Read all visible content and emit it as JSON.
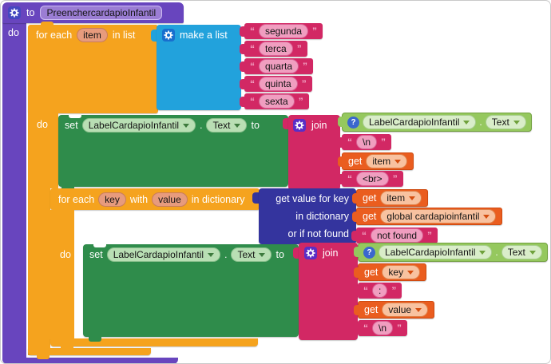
{
  "procedure": {
    "to": "to",
    "name": "PreenchercardapioInfantil",
    "do": "do"
  },
  "foreach_list": {
    "for_each": "for each",
    "var": "item",
    "in_list": "in list",
    "do": "do"
  },
  "make_a_list": {
    "label": "make a list"
  },
  "list_items": [
    "segunda",
    "terca",
    "quarta",
    "quinta",
    "sexta"
  ],
  "setter": {
    "set": "set",
    "component": "LabelCardapioInfantil",
    "dot": ".",
    "property": "Text",
    "to": "to"
  },
  "join": {
    "label": "join"
  },
  "getter": {
    "help": "?",
    "component": "LabelCardapioInfantil",
    "dot": ".",
    "property": "Text"
  },
  "get_blocks": {
    "get": "get",
    "item": "item",
    "key": "key",
    "value": "value",
    "global": "global cardapioinfantil"
  },
  "strings": {
    "newline": "\\n",
    "break_tag": "<br>",
    "colon": ":",
    "not_found": "not found",
    "quote_open": "“",
    "quote_close": "”"
  },
  "foreach_dict": {
    "for_each": "for each",
    "key": "key",
    "with": "with",
    "value": "value",
    "in_dictionary": "in dictionary",
    "do": "do"
  },
  "dict_lookup": {
    "line1": "get value for key",
    "line2": "in dictionary",
    "line3": "or if not found"
  },
  "colors": {
    "procedure": "#6845BE",
    "control": "#F5A31E",
    "lists": "#22A2DC",
    "text": "#D22864",
    "variables": "#EA5D1F",
    "dictionaries": "#34349E",
    "component_set": "#2F8C4B",
    "component_get": "#95C85E"
  }
}
